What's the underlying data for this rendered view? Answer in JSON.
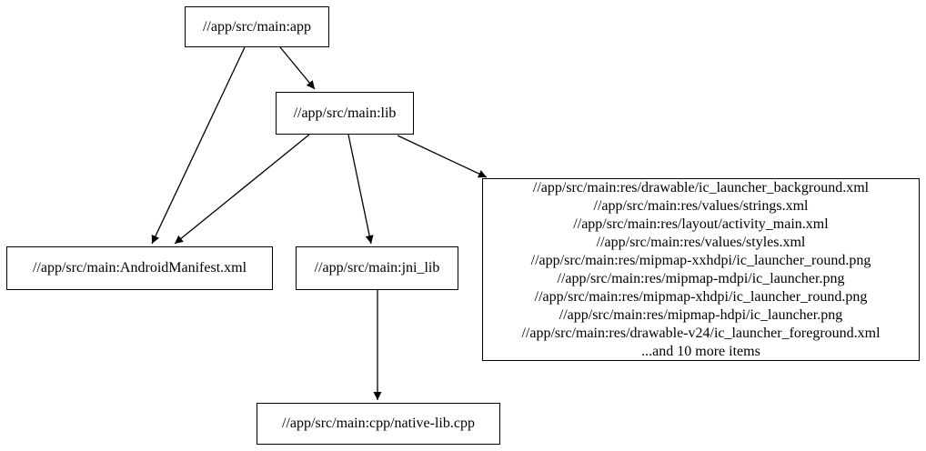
{
  "graph": {
    "background": "#ffffff",
    "edge_color": "#000000",
    "node_border_color": "#000000",
    "text_color": "#000000",
    "nodes": {
      "app": {
        "label": "//app/src/main:app"
      },
      "lib": {
        "label": "//app/src/main:lib"
      },
      "android_manifest": {
        "label": "//app/src/main:AndroidManifest.xml"
      },
      "jni_lib": {
        "label": "//app/src/main:jni_lib"
      },
      "res_group": {
        "lines": [
          "//app/src/main:res/drawable/ic_launcher_background.xml",
          "//app/src/main:res/values/strings.xml",
          "//app/src/main:res/layout/activity_main.xml",
          "//app/src/main:res/values/styles.xml",
          "//app/src/main:res/mipmap-xxhdpi/ic_launcher_round.png",
          "//app/src/main:res/mipmap-mdpi/ic_launcher.png",
          "//app/src/main:res/mipmap-xhdpi/ic_launcher_round.png",
          "//app/src/main:res/mipmap-hdpi/ic_launcher.png",
          "//app/src/main:res/drawable-v24/ic_launcher_foreground.xml",
          "...and 10 more items"
        ]
      },
      "native_cpp": {
        "label": "//app/src/main:cpp/native-lib.cpp"
      }
    },
    "edges": [
      {
        "from": "app",
        "to": "lib"
      },
      {
        "from": "app",
        "to": "android_manifest"
      },
      {
        "from": "lib",
        "to": "android_manifest"
      },
      {
        "from": "lib",
        "to": "jni_lib"
      },
      {
        "from": "lib",
        "to": "res_group"
      },
      {
        "from": "jni_lib",
        "to": "native_cpp"
      }
    ]
  }
}
